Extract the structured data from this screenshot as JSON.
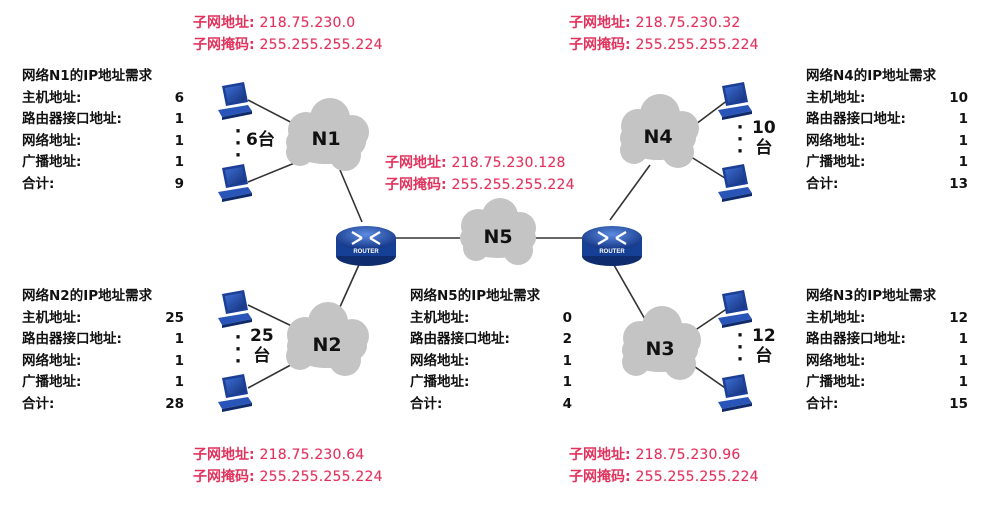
{
  "subnets": {
    "n1": {
      "addr_key": "子网地址:",
      "addr": "218.75.230.0",
      "mask_key": "子网掩码:",
      "mask": "255.255.255.224"
    },
    "n4": {
      "addr_key": "子网地址:",
      "addr": "218.75.230.32",
      "mask_key": "子网掩码:",
      "mask": "255.255.255.224"
    },
    "n5": {
      "addr_key": "子网地址:",
      "addr": "218.75.230.128",
      "mask_key": "子网掩码:",
      "mask": "255.255.255.224"
    },
    "n2": {
      "addr_key": "子网地址:",
      "addr": "218.75.230.64",
      "mask_key": "子网掩码:",
      "mask": "255.255.255.224"
    },
    "n3": {
      "addr_key": "子网地址:",
      "addr": "218.75.230.96",
      "mask_key": "子网掩码:",
      "mask": "255.255.255.224"
    }
  },
  "requirements": {
    "n1": {
      "title": "网络N1的IP地址需求",
      "rows": [
        {
          "label": "主机地址:",
          "value": "6"
        },
        {
          "label": "路由器接口地址:",
          "value": "1"
        },
        {
          "label": "网络地址:",
          "value": "1"
        },
        {
          "label": "广播地址:",
          "value": "1"
        },
        {
          "label": "合计:",
          "value": "9"
        }
      ]
    },
    "n2": {
      "title": "网络N2的IP地址需求",
      "rows": [
        {
          "label": "主机地址:",
          "value": "25"
        },
        {
          "label": "路由器接口地址:",
          "value": "1"
        },
        {
          "label": "网络地址:",
          "value": "1"
        },
        {
          "label": "广播地址:",
          "value": "1"
        },
        {
          "label": "合计:",
          "value": "28"
        }
      ]
    },
    "n5": {
      "title": "网络N5的IP地址需求",
      "rows": [
        {
          "label": "主机地址:",
          "value": "0"
        },
        {
          "label": "路由器接口地址:",
          "value": "2"
        },
        {
          "label": "网络地址:",
          "value": "1"
        },
        {
          "label": "广播地址:",
          "value": "1"
        },
        {
          "label": "合计:",
          "value": "4"
        }
      ]
    },
    "n4": {
      "title": "网络N4的IP地址需求",
      "rows": [
        {
          "label": "主机地址:",
          "value": "10"
        },
        {
          "label": "路由器接口地址:",
          "value": "1"
        },
        {
          "label": "网络地址:",
          "value": "1"
        },
        {
          "label": "广播地址:",
          "value": "1"
        },
        {
          "label": "合计:",
          "value": "13"
        }
      ]
    },
    "n3": {
      "title": "网络N3的IP地址需求",
      "rows": [
        {
          "label": "主机地址:",
          "value": "12"
        },
        {
          "label": "路由器接口地址:",
          "value": "1"
        },
        {
          "label": "网络地址:",
          "value": "1"
        },
        {
          "label": "广播地址:",
          "value": "1"
        },
        {
          "label": "合计:",
          "value": "15"
        }
      ]
    }
  },
  "networks": {
    "n1": "N1",
    "n2": "N2",
    "n3": "N3",
    "n4": "N4",
    "n5": "N5"
  },
  "host_counts": {
    "n1": "6台",
    "n2_num": "25",
    "n2_unit": "台",
    "n3_num": "12",
    "n3_unit": "台",
    "n4_num": "10",
    "n4_unit": "台"
  },
  "router_label": "ROUTER",
  "colors": {
    "subnet_text": "#e0335e",
    "cloud": "#c4c4c4",
    "router": "#1f4fae",
    "line": "#333333"
  }
}
